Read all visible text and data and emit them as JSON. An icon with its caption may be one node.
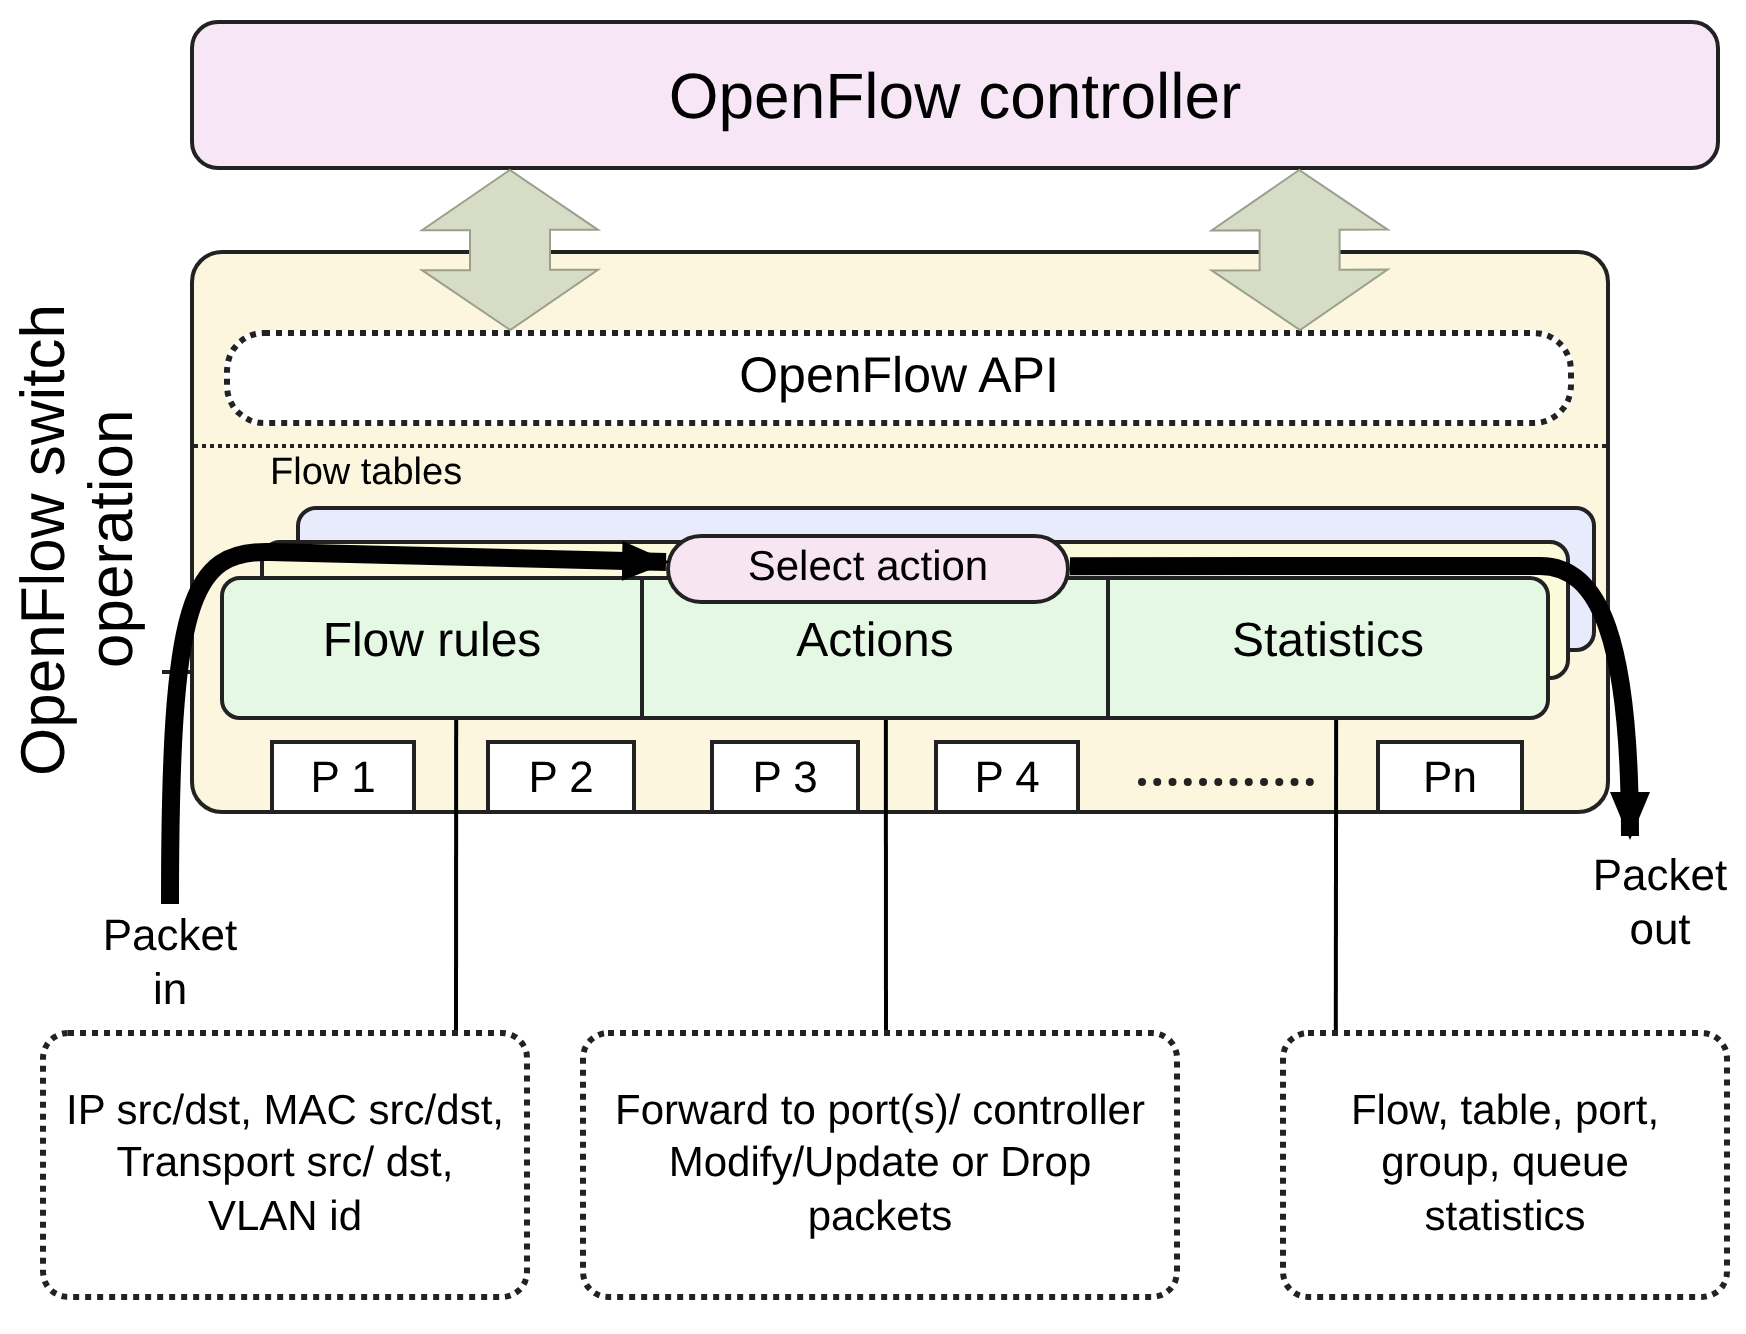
{
  "diagram": {
    "nodes": [
      {
        "text": [
          "OpenFlow controller"
        ]
      },
      {
        "text": [
          "OpenFlow switch operation"
        ]
      },
      {
        "text": [
          "OpenFlow API"
        ],
        "in": 1
      },
      {
        "text": [
          "Select action"
        ],
        "in": 1
      },
      {
        "text": [
          "Flow rules"
        ],
        "in": 1
      },
      {
        "text": [
          "Actions"
        ],
        "in": 1
      },
      {
        "text": [
          "Statistics"
        ],
        "in": 1
      },
      {
        "text": [
          "P 1"
        ],
        "in": 1
      },
      {
        "text": [
          "P 2"
        ],
        "in": 1
      },
      {
        "text": [
          "P 3"
        ],
        "in": 1
      },
      {
        "text": [
          "P 4"
        ],
        "in": 1
      },
      {
        "text": [
          "Pn"
        ],
        "in": 1
      },
      {
        "text": [
          "Packet out"
        ]
      },
      {
        "text": [
          "Packet in"
        ]
      },
      {
        "text": [
          "IP src/dst, MAC src/dst, Transport src/ dst, VLAN id"
        ]
      },
      {
        "text": [
          "Forward to port(s)/ controller Modify/Update or Drop packets"
        ]
      },
      {
        "text": [
          "Flow, table, port, group, queue statistics"
        ]
      }
    ],
    "edges": [
      {
        "from": 0,
        "to": 2,
        "arrow": "both",
        "color": "#d6dcc6"
      },
      {
        "from": 0,
        "to": 2,
        "arrow": "both",
        "color": "#d6dcc6"
      },
      {
        "from": 13,
        "to": 3,
        "arrow": "to",
        "style": "thick"
      },
      {
        "from": 3,
        "to": 12,
        "arrow": "to",
        "style": "thick"
      },
      {
        "from": 4,
        "to": 14,
        "arrow": "none"
      },
      {
        "from": 5,
        "to": 15,
        "arrow": "none"
      },
      {
        "from": 6,
        "to": 16,
        "arrow": "none"
      }
    ],
    "labels": [
      "Flow tables"
    ]
  }
}
